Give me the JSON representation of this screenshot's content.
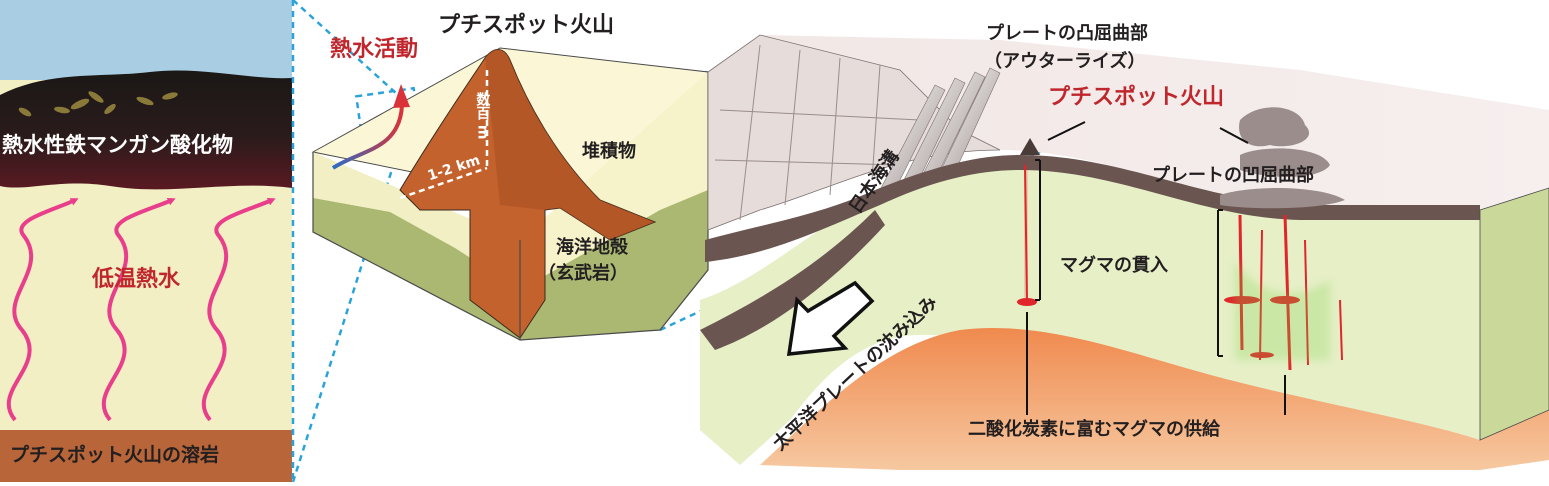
{
  "left_panel": {
    "oxide_label": "熱水性鉄マンガン酸化物",
    "fluid_label": "低温熱水",
    "lava_label": "プチスポット火山の溶岩"
  },
  "middle_panel": {
    "volcano_title": "プチスポット火山",
    "hydrothermal_label": "熱水活動",
    "sediment_label": "堆積物",
    "crust_label_line1": "海洋地殻",
    "crust_label_line2": "（玄武岩）",
    "width_label": "1-2 km",
    "height_label": "数百 m"
  },
  "right_panel": {
    "outer_rise_line1": "プレートの凸屈曲部",
    "outer_rise_line2": "（アウターライズ）",
    "petit_spot_label": "プチスポット火山",
    "trench_label": "日本海溝",
    "concave_label": "プレートの凹屈曲部",
    "intrusion_label": "マグマの貫入",
    "subduction_label": "太平洋プレートの沈み込み",
    "supply_label": "二酸化炭素に富むマグマの供給"
  },
  "colors": {
    "sky": "#a9cde3",
    "sand": "#f3efc4",
    "oxide_top": "#1a1816",
    "oxide_bottom": "#5a1a22",
    "lava_brown": "#b8653a",
    "volcano": "#c4622d",
    "crust_green": "#aab872",
    "plate_brown": "#6b5551",
    "mantle_orange": "#f0945a",
    "pale_green": "#e6efc6",
    "magma_red": "#e0262b",
    "accent_red": "#c0272d",
    "arrow_pink": "#e83e8c",
    "dotted_blue": "#2ba3d9"
  }
}
